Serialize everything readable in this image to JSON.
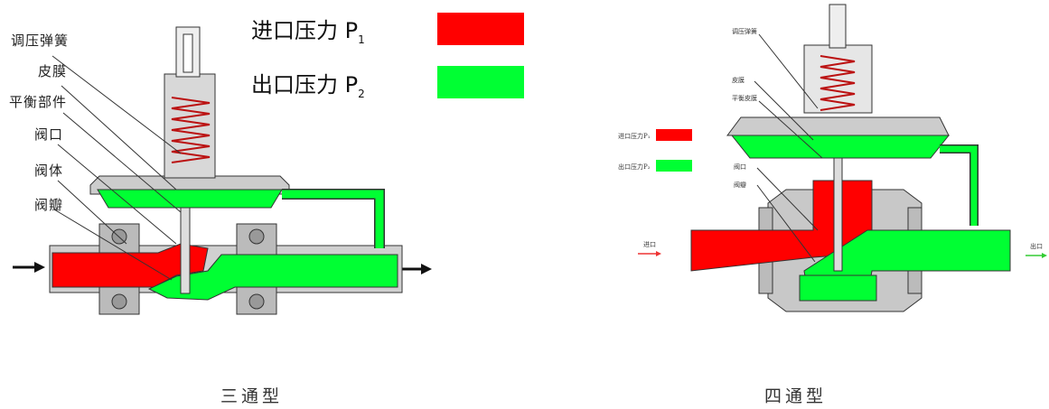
{
  "legend_left": {
    "inlet": {
      "label": "进口压力 P",
      "sub": "1",
      "color": "#ff0000"
    },
    "outlet": {
      "label": "出口压力 P",
      "sub": "2",
      "color": "#00ff33"
    }
  },
  "left_diagram": {
    "caption": "三通型",
    "labels": [
      "调压弹簧",
      "皮膜",
      "平衡部件",
      "阀口",
      "阀体",
      "阀瓣"
    ]
  },
  "right_diagram": {
    "caption": "四通型",
    "labels": [
      "调压弹簧",
      "皮膜",
      "平衡皮膜",
      "阀口",
      "阀瓣"
    ],
    "legend": {
      "inlet": "进口压力P₁",
      "outlet": "出口压力P₂"
    },
    "inlet_tag": "进口",
    "outlet_tag": "出口"
  },
  "colors": {
    "inlet": "#ff0000",
    "outlet": "#00ff33",
    "metal": "#c8c8c8",
    "outline": "#333333"
  }
}
